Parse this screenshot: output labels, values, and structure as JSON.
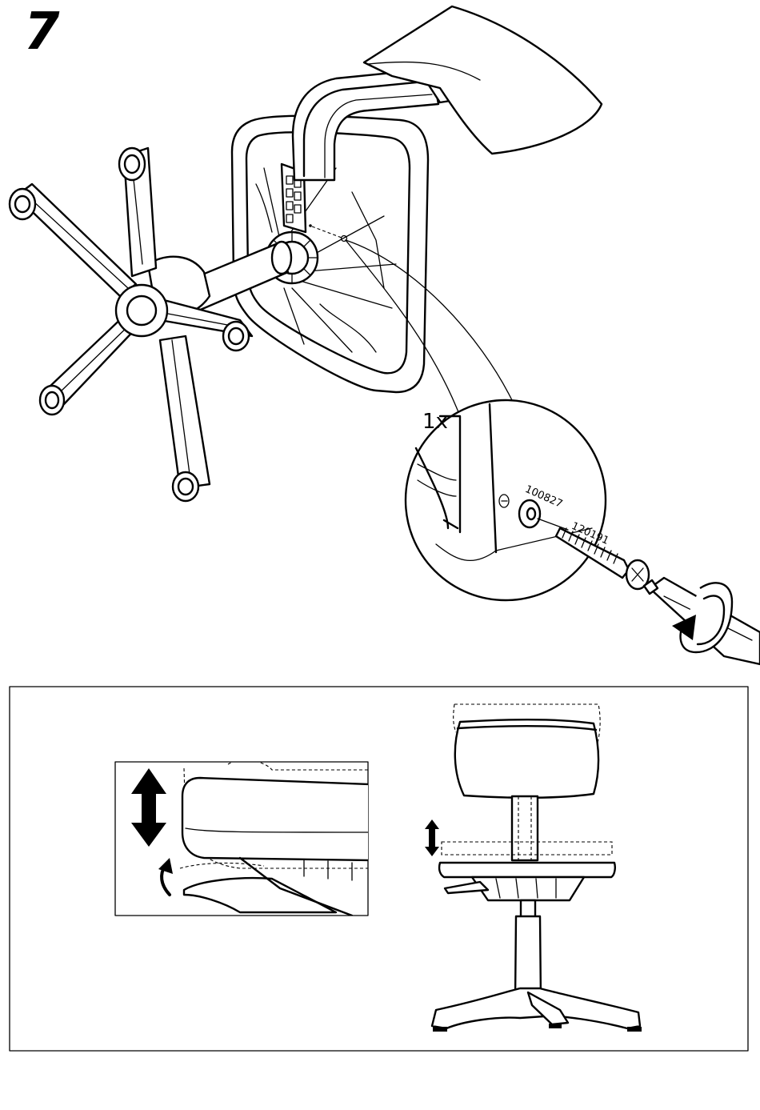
{
  "step": {
    "number": "7"
  },
  "detail": {
    "quantity": "1x",
    "washer_part": "100827",
    "screw_part": "120191"
  },
  "icons": {
    "chair": "chair-upside-down",
    "screwdriver": "screwdriver-icon",
    "rotate": "rotate-clockwise-icon",
    "height": "up-down-arrow-icon",
    "lever": "lever-arrow-icon"
  },
  "colors": {
    "line": "#000000",
    "background": "#ffffff"
  }
}
